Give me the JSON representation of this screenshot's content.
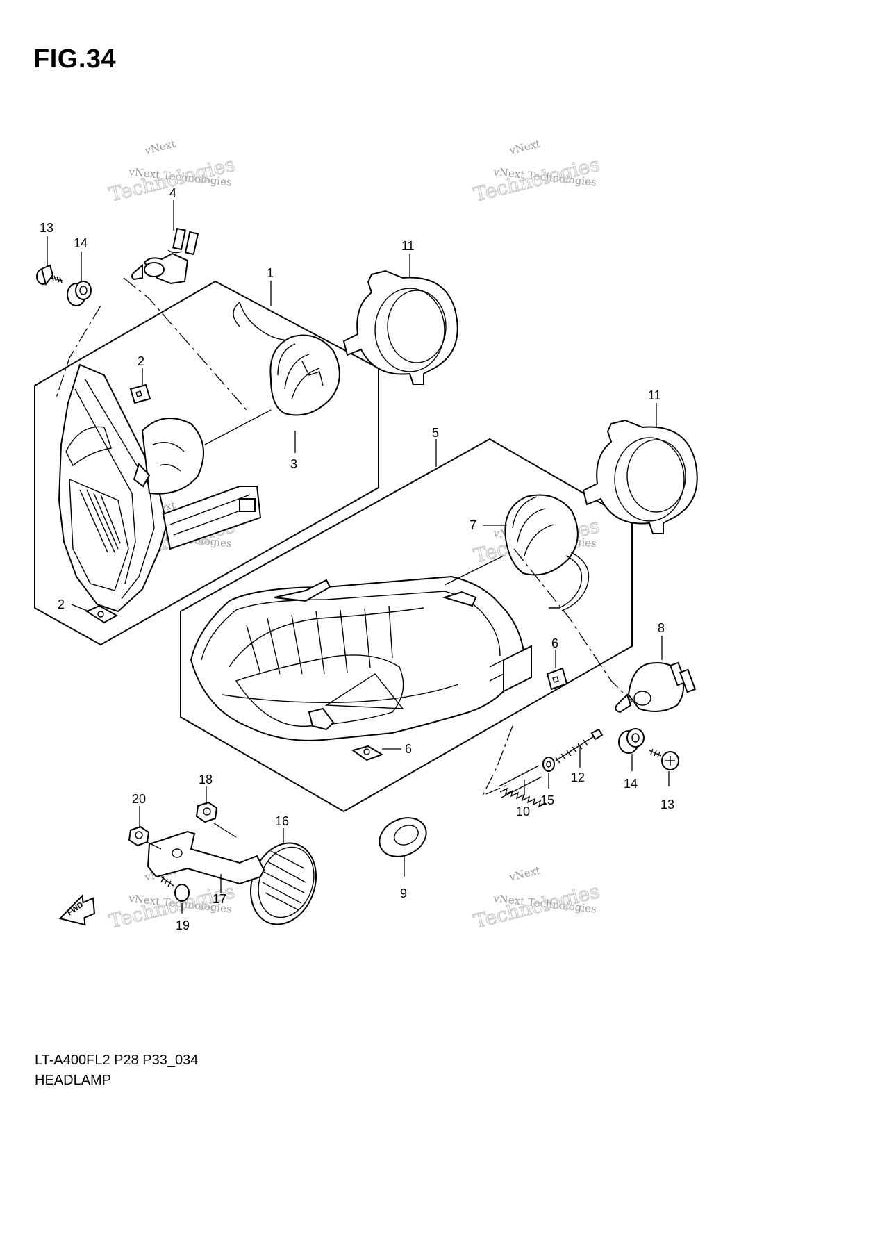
{
  "figure": {
    "title": "FIG.34",
    "model_code": "LT-A400FL2 P28 P33_034",
    "name": "HEADLAMP",
    "fwd_label": "FWD"
  },
  "watermark": {
    "line1": "vNext",
    "line2": "vNext Technologies",
    "line3": "Technologies"
  },
  "callouts": [
    "1",
    "2",
    "2",
    "3",
    "4",
    "5",
    "6",
    "6",
    "7",
    "8",
    "9",
    "10",
    "11",
    "11",
    "12",
    "13",
    "13",
    "14",
    "14",
    "15",
    "16",
    "17",
    "18",
    "19",
    "20"
  ]
}
